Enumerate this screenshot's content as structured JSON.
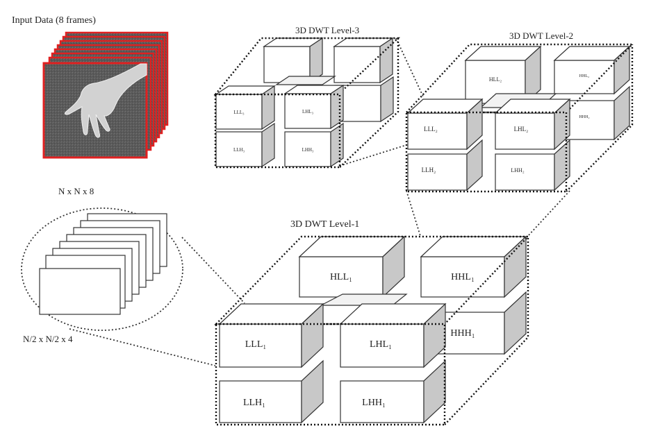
{
  "input": {
    "title": "Input Data (8 frames)",
    "size": "N x N x 8",
    "frame_count": 8
  },
  "half_frames": {
    "size": "N/2 x N/2 x 4"
  },
  "level3": {
    "title": "3D DWT Level-3",
    "LLL": "LLL₃",
    "LHL": "LHL₃",
    "LLH": "LLH₃",
    "LHH": "LHH₃"
  },
  "level2": {
    "title": "3D DWT Level-2",
    "HLL": "HLL₂",
    "HHL": "HHL₂",
    "HHH": "HHH₂",
    "LLL": "LLL₂",
    "LHL": "LHL₂",
    "LLH": "LLH₂",
    "LHH": "LHH₂"
  },
  "level1": {
    "title": "3D DWT Level-1",
    "HLL": "HLL₁",
    "HHL": "HHL₁",
    "HHH": "HHH₁",
    "LLL": "LLL₁",
    "LHL": "LHL₁",
    "LLH": "LLH₁",
    "LHH": "LHH₁"
  }
}
